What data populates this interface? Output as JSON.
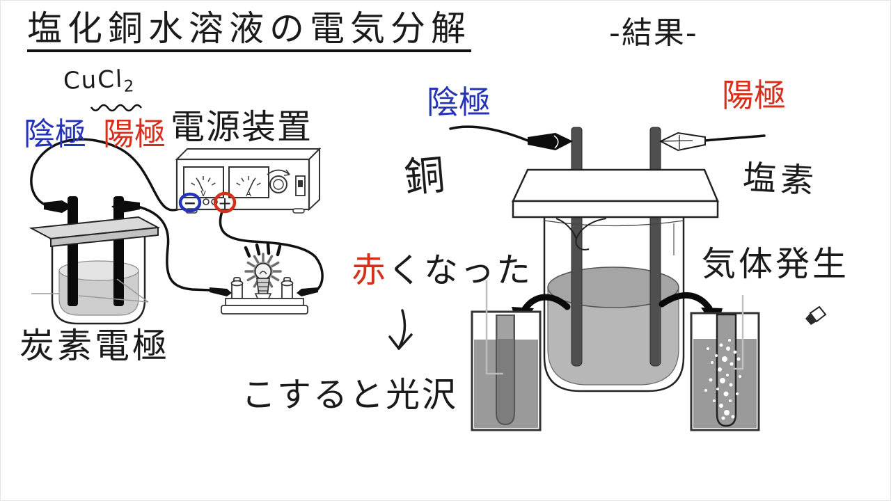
{
  "colors": {
    "cathode_blue": "#2433b8",
    "anode_red": "#d5301c",
    "ink_black": "#1a1a1a"
  },
  "header": {
    "title": "塩化銅水溶液の電気分解",
    "result": "-結果-"
  },
  "experiment": {
    "formula": "CuCl",
    "formula_subscript": "2",
    "cathode_label": "陰極",
    "anode_label": "陽極",
    "power_supply_label": "電源装置",
    "electrode_label": "炭素電極",
    "voltmeter_label": "V",
    "ammeter_label": "A",
    "minus_terminal": "−",
    "plus_terminal": "+"
  },
  "result": {
    "cathode_label": "陰極",
    "anode_label": "陽極",
    "cathode_product": "銅",
    "anode_product": "塩素",
    "cathode_observation_highlight": "赤",
    "cathode_observation_rest": "くなった",
    "cathode_observation_2": "こすると光沢",
    "anode_observation": "気体発生"
  }
}
